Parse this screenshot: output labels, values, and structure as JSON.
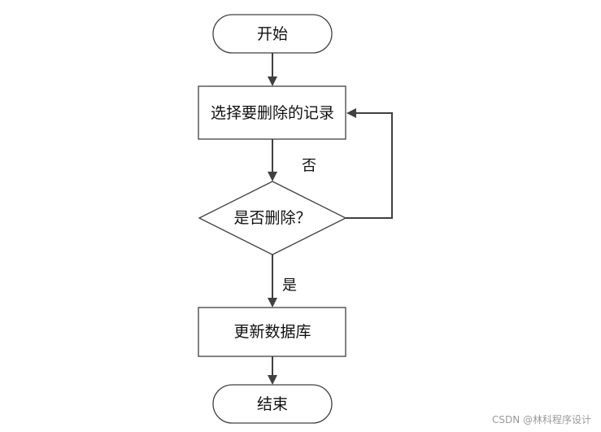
{
  "nodes": {
    "start": {
      "label": "开始",
      "shape": "terminator"
    },
    "select": {
      "label": "选择要删除的记录",
      "shape": "process"
    },
    "decision": {
      "label": "是否删除？",
      "shape": "decision"
    },
    "update": {
      "label": "更新数据库",
      "shape": "process"
    },
    "end": {
      "label": "结束",
      "shape": "terminator"
    }
  },
  "edges": {
    "no_label": "否",
    "yes_label": "是"
  },
  "watermark": "CSDN @林科程序设计",
  "colors": {
    "stroke": "#404040",
    "background": "#ffffff",
    "text": "#111111",
    "watermark": "#9a9a9a"
  }
}
